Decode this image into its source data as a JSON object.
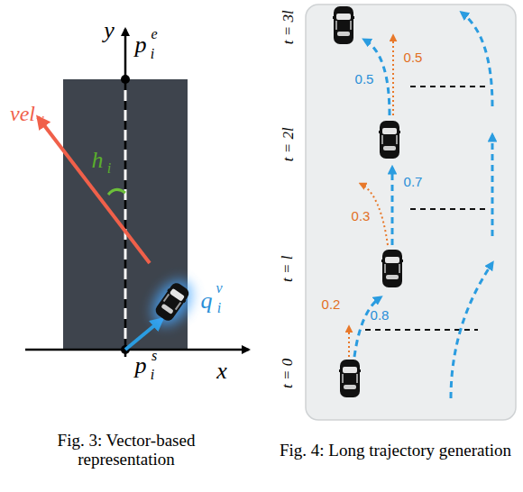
{
  "diagram": {
    "labels": [
      "x",
      "y",
      "p",
      "e",
      "i",
      "p",
      "s",
      "i",
      "vel",
      "i",
      "h",
      "i",
      "q",
      "v",
      "i",
      "t = 0",
      "t = l",
      "t = 2l",
      "t = 3l",
      "0.2",
      "0.8",
      "0.3",
      "0.7",
      "0.5",
      "0.5",
      "Fig. 3: Vector-based representation",
      "Fig. 4: Long trajectory generation"
    ]
  }
}
